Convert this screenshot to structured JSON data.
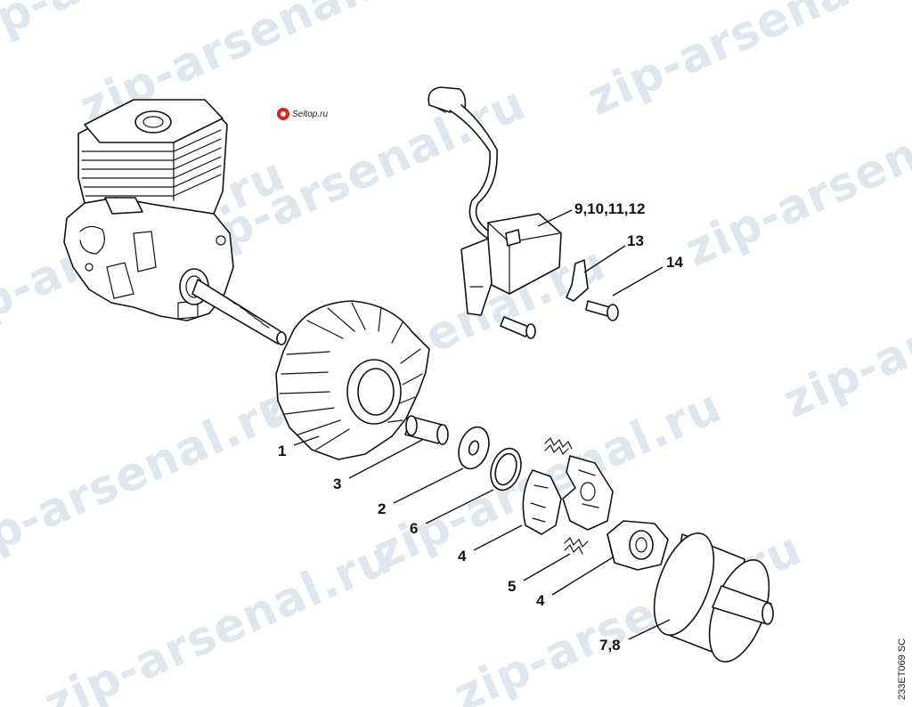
{
  "watermark": "zip-arsenal.ru",
  "logo": {
    "text": "Seltop.ru"
  },
  "diagram_code": "233ET069 SC",
  "callouts": [
    {
      "id": "c1",
      "label": "1"
    },
    {
      "id": "c3",
      "label": "3"
    },
    {
      "id": "c2",
      "label": "2"
    },
    {
      "id": "c6",
      "label": "6"
    },
    {
      "id": "c4a",
      "label": "4"
    },
    {
      "id": "c5",
      "label": "5"
    },
    {
      "id": "c4b",
      "label": "4"
    },
    {
      "id": "c78",
      "label": "7,8"
    },
    {
      "id": "c9",
      "label": "9,10,11,12"
    },
    {
      "id": "c13",
      "label": "13"
    },
    {
      "id": "c14",
      "label": "14"
    }
  ]
}
